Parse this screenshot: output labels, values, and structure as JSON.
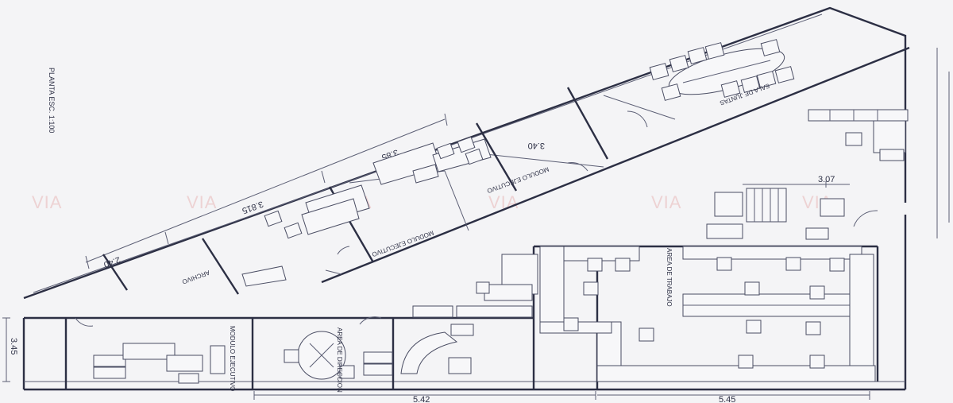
{
  "plan_title": "PLANTA ESC. 1:100",
  "watermark": "VIA",
  "rooms": {
    "sala_juntas": "SALA DE JUNTAS",
    "modulo_ejecutivo_1": "MODULO EJECUTIVO",
    "modulo_ejecutivo_2": "MODULO EJECUTIVO",
    "archivo": "ARCHIVO",
    "area_trabajo": "AREA DE TRABAJO",
    "area_direccion": "AREA DE DIRECCION",
    "modulo_ejecutivo_3": "MODULO EJECUTIVO"
  },
  "dimensions": {
    "d_385": "3.85",
    "d_340": "3.40",
    "d_3815": "3.815",
    "d_240": "2.40",
    "d_307": "3.07",
    "d_345": "3.45",
    "d_542": "5.42",
    "d_545": "5.45"
  },
  "colors": {
    "ink": "#3a3d52",
    "paper": "#f4f4f6",
    "watermark": "#e9b8b8"
  }
}
